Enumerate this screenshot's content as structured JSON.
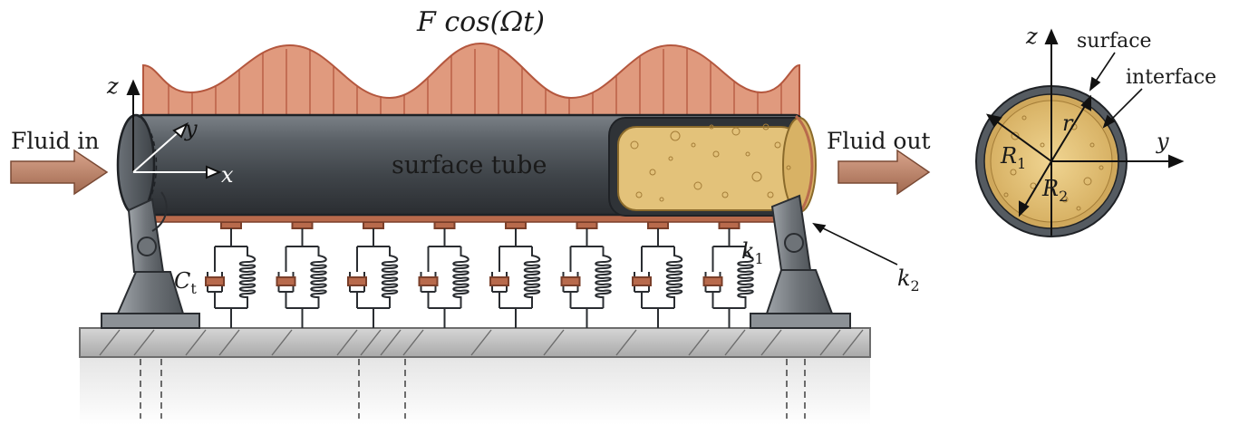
{
  "labels": {
    "force": "F cos(Ωt)",
    "fluid_in": "Fluid in",
    "fluid_out": "Fluid out",
    "tube": "surface tube",
    "axis_x": "x",
    "axis_y": "y",
    "axis_z": "z",
    "damper": "C",
    "damper_sub": "t",
    "spring1": "k",
    "spring1_sub": "1",
    "spring2": "k",
    "spring2_sub": "2"
  },
  "cross_section": {
    "axis_z": "z",
    "axis_y": "y",
    "surface": "surface",
    "interface": "interface",
    "r": "r",
    "R1": "R",
    "R1_sub": "1",
    "R2": "R",
    "R2_sub": "2"
  },
  "colors": {
    "load": "#e09a7e",
    "load_stroke": "#b4573e",
    "tube": "#4f555b",
    "fill_core": "#e3c27a",
    "copper": "#b86a4c",
    "ground": "#bdbdbd"
  },
  "support_count": 8
}
